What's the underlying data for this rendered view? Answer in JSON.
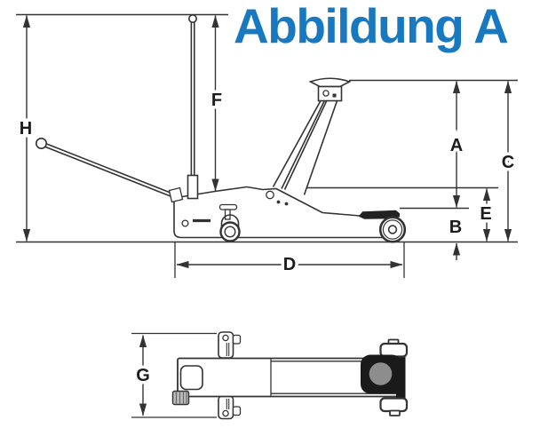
{
  "title": {
    "text": "Abbildung A",
    "color": "#1878c0"
  },
  "diagram": {
    "line_color": "#333333",
    "background_color": "#ffffff",
    "labels": {
      "H": "H",
      "F": "F",
      "A": "A",
      "B": "B",
      "C": "C",
      "D": "D",
      "E": "E",
      "G": "G"
    }
  }
}
